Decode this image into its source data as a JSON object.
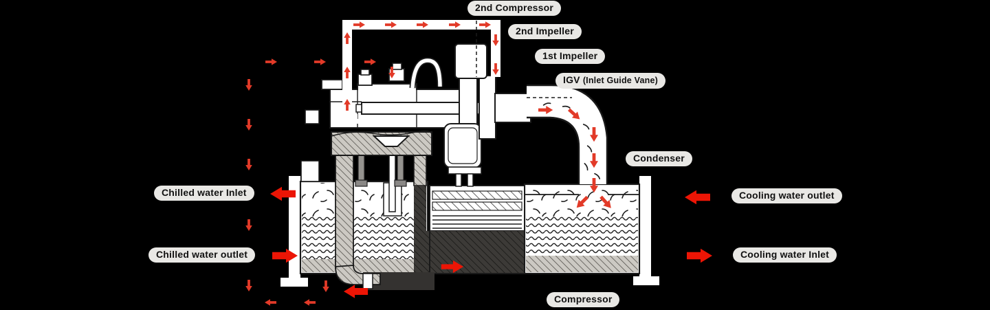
{
  "labels": {
    "second_compressor": "2nd Compressor",
    "second_impeller": "2nd Impeller",
    "first_impeller": "1st Impeller",
    "igv_main": "IGV",
    "igv_sub": "(Inlet Guide Vane)",
    "condenser": "Condenser",
    "chilled_water_inlet": "Chilled water Inlet",
    "chilled_water_outlet": "Chilled water outlet",
    "cooling_water_outlet": "Cooling water outlet",
    "cooling_water_inlet": "Cooling water Inlet",
    "compressor": "Compressor"
  },
  "colors": {
    "background": "#000000",
    "outline": "#1a1a1a",
    "machine_fill": "#ffffff",
    "pill_background": "#e9e8e5",
    "pill_text": "#111111",
    "flow_arrow_red": "#e23a28",
    "water_arrow_red": "#ec1505",
    "hatch_gray": "#ccc9c3",
    "dark_fill": "#403e3a"
  },
  "icons": {
    "flow_arrow": "small red directional arrow",
    "water_arrow": "large red block arrow"
  }
}
